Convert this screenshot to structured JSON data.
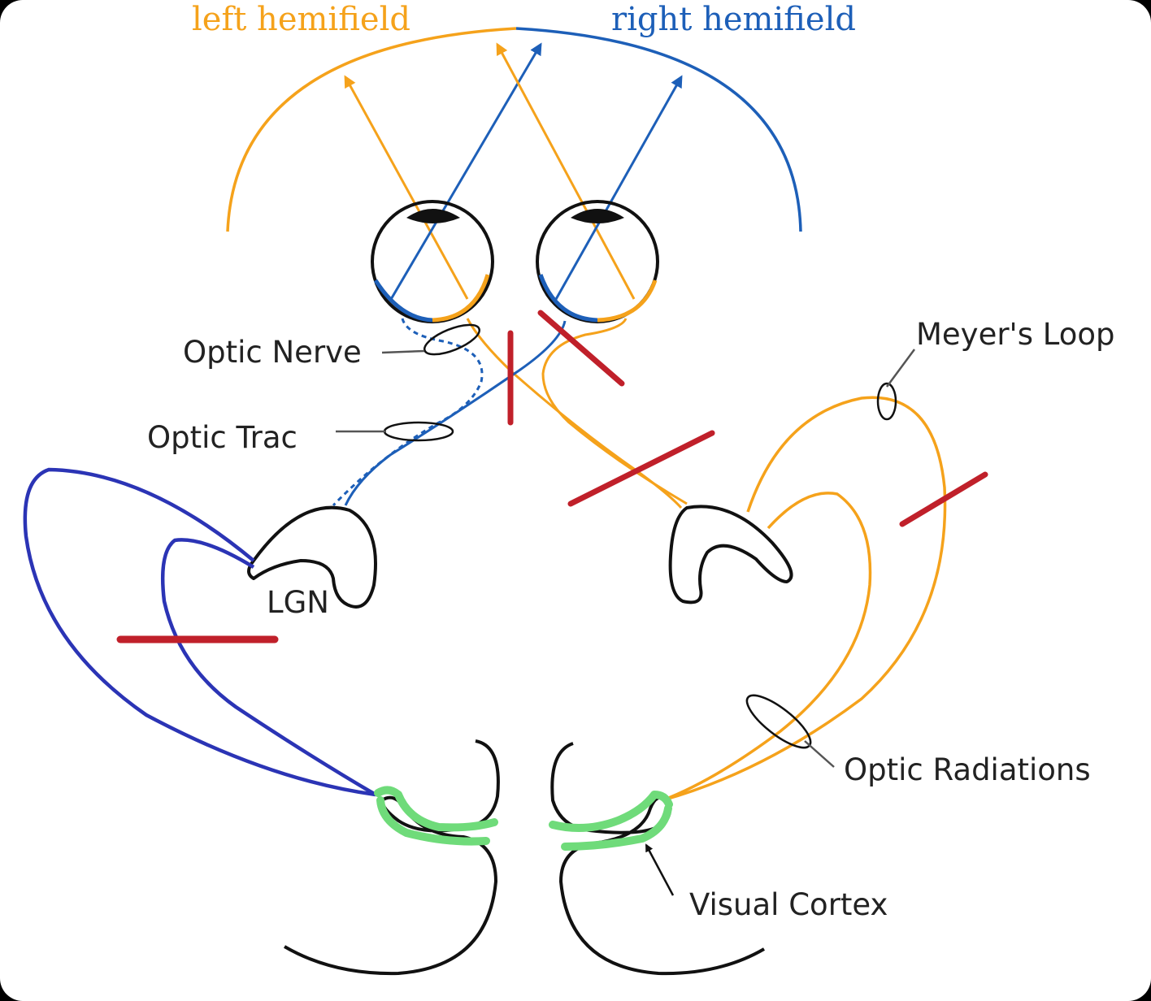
{
  "labels": {
    "left_hemifield": "left hemifield",
    "right_hemifield": "right hemifield",
    "optic_nerve": "Optic Nerve",
    "optic_tract": "Optic Trac",
    "meyers_loop": "Meyer's Loop",
    "lgn": "LGN",
    "optic_radiations": "Optic Radiations",
    "visual_cortex": "Visual Cortex"
  },
  "colors": {
    "left_hemifield": "#f5a21b",
    "right_hemifield": "#1d5fb8",
    "left_radiations": "#2b34b5",
    "lesion": "#c0202a",
    "visual_cortex": "#6fdb7a",
    "outline": "#111111"
  }
}
